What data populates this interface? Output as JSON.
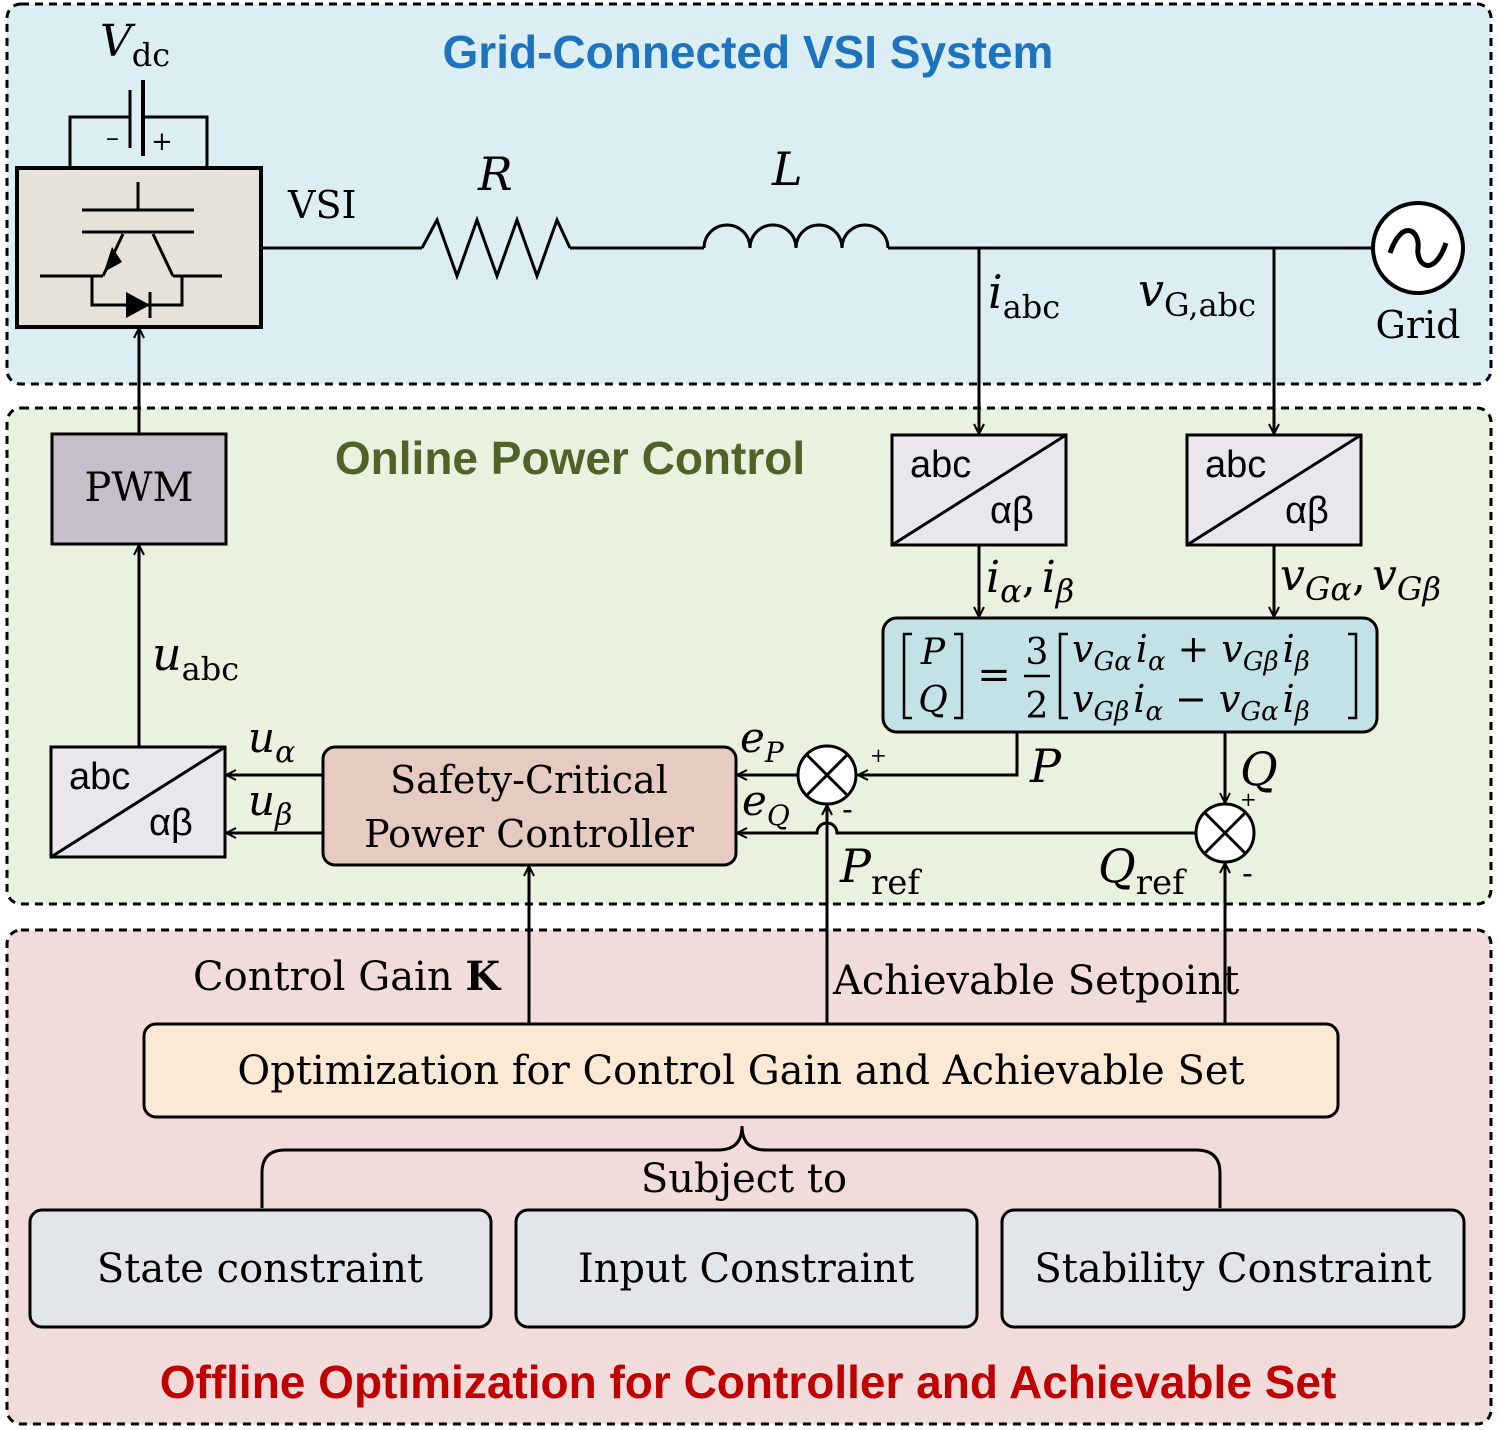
{
  "sections": {
    "system_title": "Grid-Connected VSI System",
    "online_title": "Online Power Control",
    "offline_title": "Offline Optimization for Controller and Achievable Set"
  },
  "colors": {
    "system_bg": "#dbeef4",
    "online_bg": "#ebf1df",
    "offline_bg": "#f2dcdb",
    "system_title": "#1e73be",
    "online_title": "#4f6228",
    "offline_title": "#c00000",
    "pwm_fill": "#c6bfc9",
    "controller_fill": "#e6cbc1",
    "equation_fill": "#c3e2e8",
    "optimization_fill": "#fbe9d4",
    "constraint_fill": "#e3e6e9"
  },
  "circuit": {
    "vdc_main": "V",
    "vdc_sub": "dc",
    "battery_minus": "–",
    "battery_plus": "+",
    "vsi_label": "VSI",
    "r_label": "R",
    "l_label": "L",
    "i_abc_main": "i",
    "i_abc_sub": "abc",
    "vg_abc_main": "v",
    "vg_abc_sub": "G,abc",
    "grid_label": "Grid"
  },
  "transforms": {
    "top": "abc",
    "bottom": "αβ"
  },
  "blocks": {
    "pwm": "PWM",
    "controller_line1": "Safety-Critical",
    "controller_line2": "Power Controller",
    "optimization": "Optimization for Control Gain and Achievable Set",
    "subject_to": "Subject to",
    "constraints": [
      "State constraint",
      "Input Constraint",
      "Stability Constraint"
    ]
  },
  "equation": {
    "lhs_top": "P",
    "lhs_bottom": "Q",
    "equals": "=",
    "frac_num": "3",
    "frac_den": "2",
    "row1_v1": "v",
    "row1_v1_sub": "Gα",
    "row1_i1": "i",
    "row1_i1_sub": "α",
    "row1_op": "+",
    "row1_v2": "v",
    "row1_v2_sub": "Gβ",
    "row1_i2": "i",
    "row1_i2_sub": "β",
    "row2_v1": "v",
    "row2_v1_sub": "Gβ",
    "row2_i1": "i",
    "row2_i1_sub": "α",
    "row2_op": "−",
    "row2_v2": "v",
    "row2_v2_sub": "Gα",
    "row2_i2": "i",
    "row2_i2_sub": "β"
  },
  "signals": {
    "i_ab_a": "i",
    "i_ab_a_sub": "α",
    "i_ab_b": "i",
    "i_ab_b_sub": "β",
    "comma": ",",
    "v_ab_a": "v",
    "v_ab_a_sub": "Gα",
    "v_ab_b": "v",
    "v_ab_b_sub": "Gβ",
    "u_abc": "u",
    "u_abc_sub": "abc",
    "u_alpha": "u",
    "u_alpha_sub": "α",
    "u_beta": "u",
    "u_beta_sub": "β",
    "e_p": "e",
    "e_p_sub": "P",
    "e_q": "e",
    "e_q_sub": "Q",
    "p": "P",
    "q": "Q",
    "p_ref": "P",
    "p_ref_sub": "ref",
    "q_ref": "Q",
    "q_ref_sub": "ref",
    "plus": "+",
    "minus": "-",
    "control_gain": "Control Gain ",
    "control_gain_k": "K",
    "achievable_setpoint": "Achievable Setpoint"
  }
}
